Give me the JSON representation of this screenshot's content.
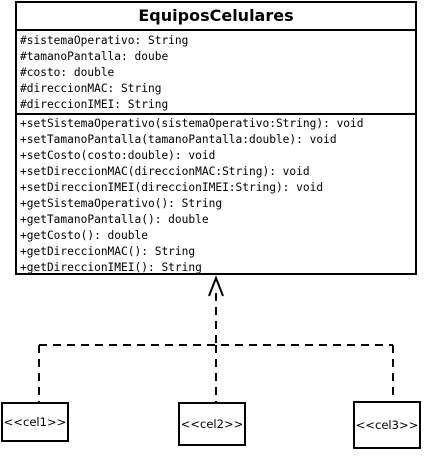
{
  "class": {
    "name": "EquiposCelulares",
    "attributes": [
      "#sistemaOperativo: String",
      "#tamanoPantalla: doube",
      "#costo: double",
      "#direccionMAC: String",
      "#direccionIMEI: String"
    ],
    "methods": [
      "+setSistemaOperativo(sistemaOperativo:String): void",
      "+setTamanoPantalla(tamanoPantalla:double): void",
      "+setCosto(costo:double): void",
      "+setDireccionMAC(direccionMAC:String): void",
      "+setDireccionIMEI(direccionIMEI:String): void",
      "+getSistemaOperativo(): String",
      "+getTamanoPantalla(): double",
      "+getCosto(): double",
      "+getDireccionMAC(): String",
      "+getDireccionIMEI(): String"
    ]
  },
  "instances": [
    {
      "label": "<<cel1>>"
    },
    {
      "label": "<<cel2>>"
    },
    {
      "label": "<<cel3>>"
    }
  ]
}
